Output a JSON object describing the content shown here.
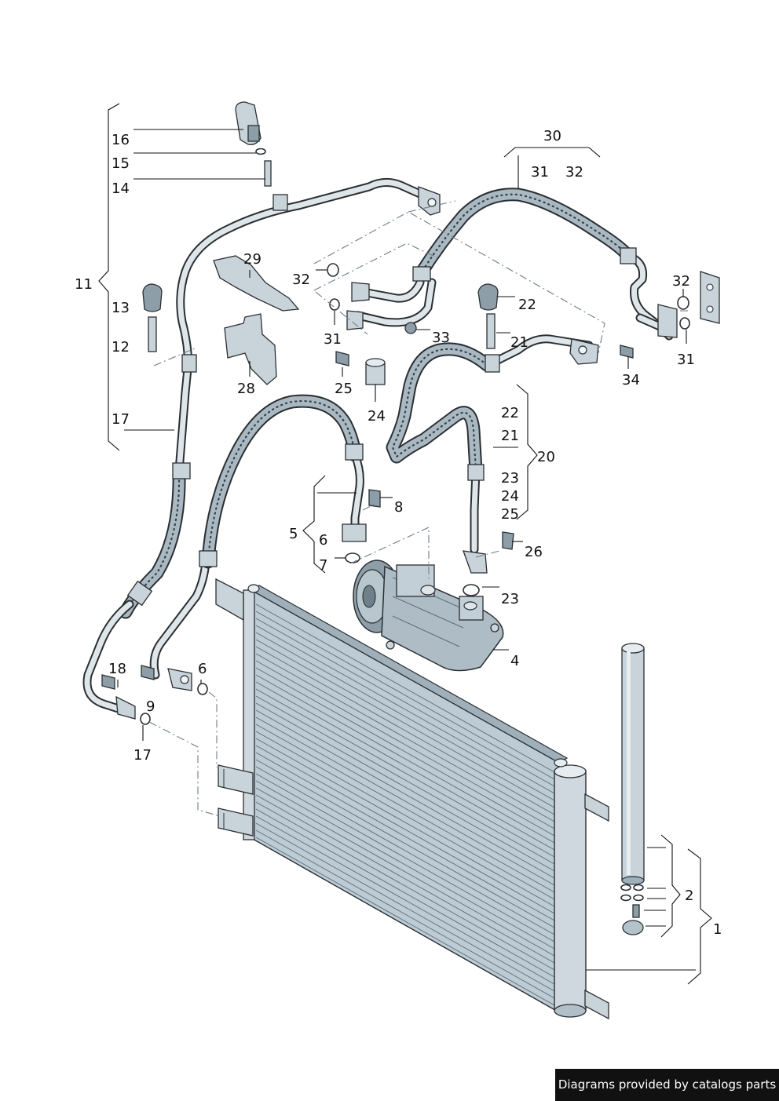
{
  "labels": {
    "l1": "1",
    "l2": "2",
    "l4": "4",
    "l5": "5",
    "l6a": "6",
    "l6b": "6",
    "l7": "7",
    "l8": "8",
    "l9": "9",
    "l11": "11",
    "l12": "12",
    "l13": "13",
    "l14": "14",
    "l15": "15",
    "l16": "16",
    "l17a": "17",
    "l17b": "17",
    "l18": "18",
    "l20": "20",
    "l21a": "21",
    "l21b": "21",
    "l22a": "22",
    "l22b": "22",
    "l23a": "23",
    "l23b": "23",
    "l24a": "24",
    "l24b": "24",
    "l25a": "25",
    "l25b": "25",
    "l26": "26",
    "l28": "28",
    "l29": "29",
    "l30": "30",
    "l31a": "31",
    "l31b": "31",
    "l31c": "31",
    "l32a": "32",
    "l32b": "32",
    "l32c": "32",
    "l33": "33",
    "l34": "34"
  },
  "credit": "Diagrams provided by catalogs parts"
}
